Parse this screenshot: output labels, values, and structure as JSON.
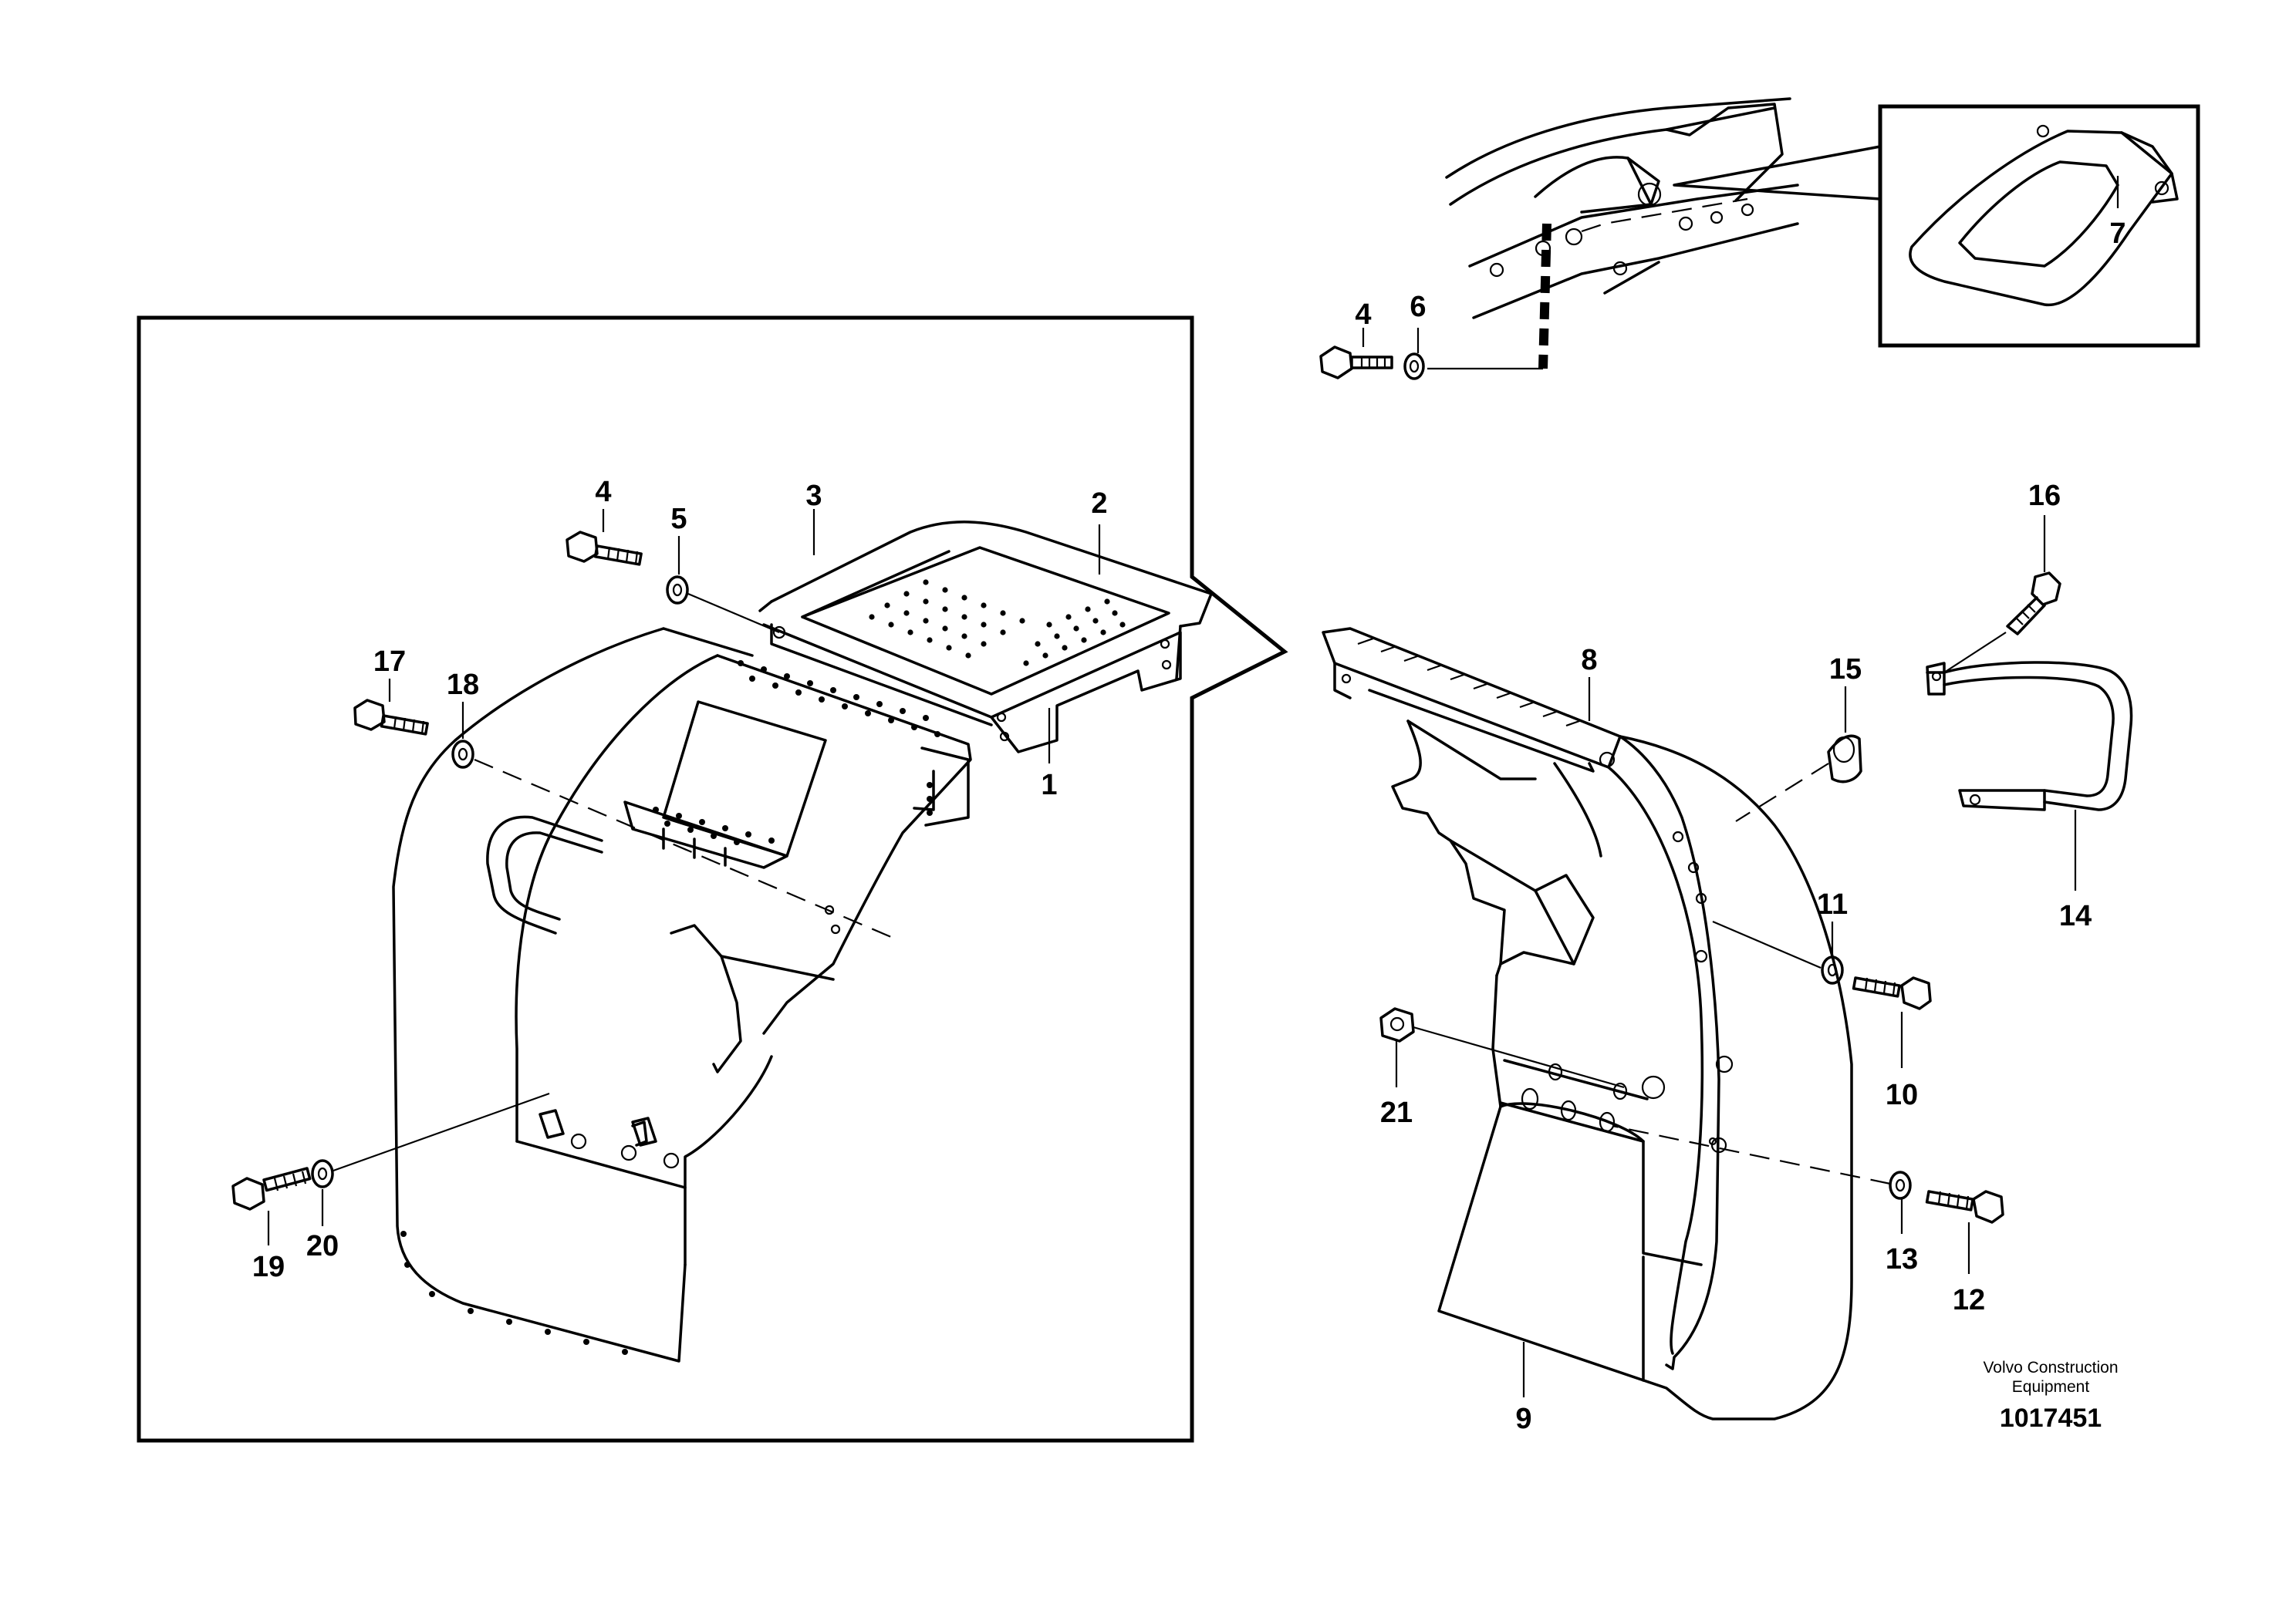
{
  "callouts": {
    "p1": "1",
    "p2": "2",
    "p3": "3",
    "p4": "4",
    "p4b": "4",
    "p5": "5",
    "p6": "6",
    "p7": "7",
    "p8": "8",
    "p9": "9",
    "p10": "10",
    "p11": "11",
    "p12": "12",
    "p13": "13",
    "p14": "14",
    "p15": "15",
    "p16": "16",
    "p17": "17",
    "p18": "18",
    "p19": "19",
    "p20": "20",
    "p21": "21"
  },
  "footer": {
    "credit_line1": "Volvo Construction",
    "credit_line2": "Equipment",
    "document_number": "1017451"
  }
}
